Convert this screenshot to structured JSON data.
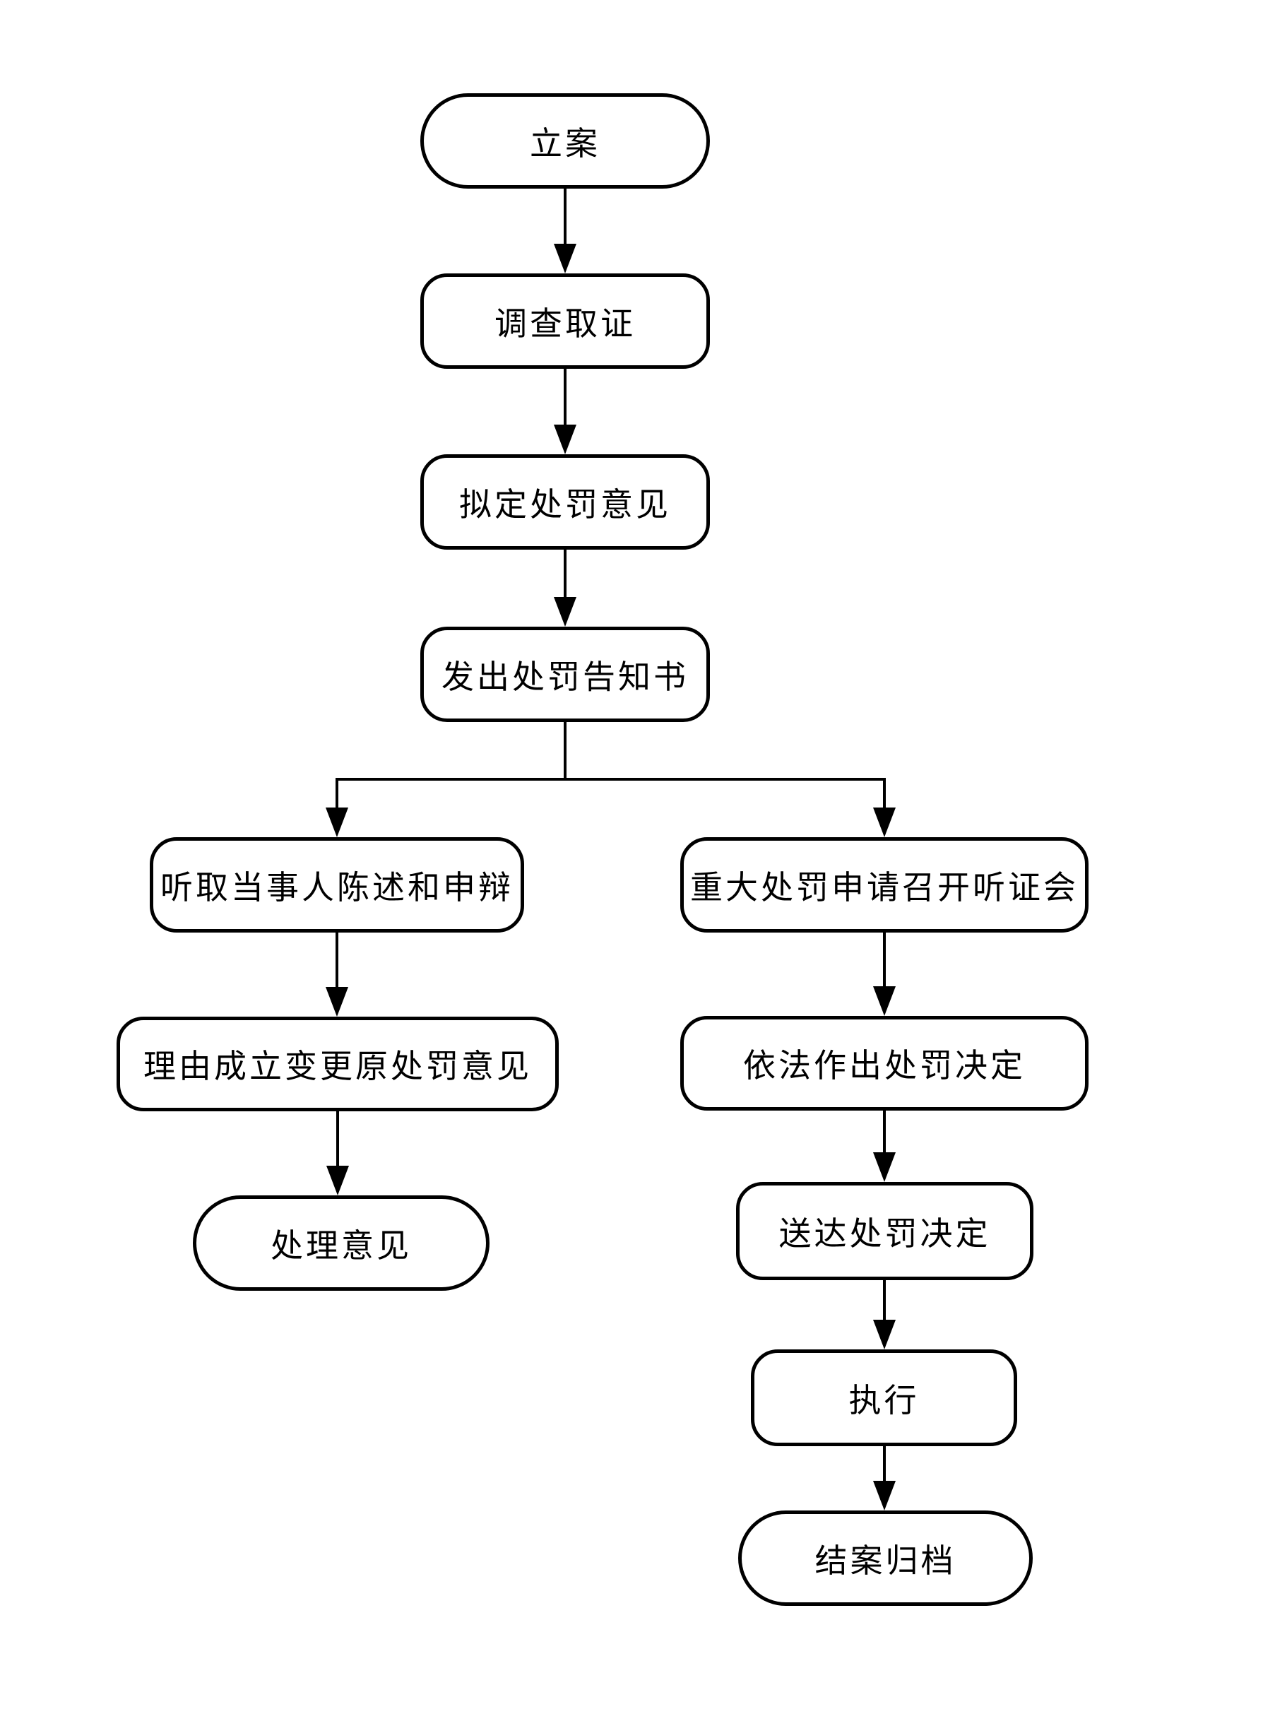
{
  "flowchart": {
    "description": "Administrative penalty procedure flowchart",
    "colors": {
      "line": "#000000",
      "node_fill": "#ffffff",
      "background": "#ffffff"
    },
    "nodes": [
      {
        "id": "start",
        "label": "立案",
        "shape": "terminator"
      },
      {
        "id": "investigate",
        "label": "调查取证",
        "shape": "process"
      },
      {
        "id": "draft-opinion",
        "label": "拟定处罚意见",
        "shape": "process"
      },
      {
        "id": "issue-notice",
        "label": "发出处罚告知书",
        "shape": "process"
      },
      {
        "id": "hear-statement",
        "label": "听取当事人陈述和申辩",
        "shape": "process"
      },
      {
        "id": "change-opinion",
        "label": "理由成立变更原处罚意见",
        "shape": "process"
      },
      {
        "id": "handling-opinion",
        "label": "处理意见",
        "shape": "terminator"
      },
      {
        "id": "hold-hearing",
        "label": "重大处罚申请召开听证会",
        "shape": "process"
      },
      {
        "id": "make-decision",
        "label": "依法作出处罚决定",
        "shape": "process"
      },
      {
        "id": "deliver-decision",
        "label": "送达处罚决定",
        "shape": "process"
      },
      {
        "id": "execute",
        "label": "执行",
        "shape": "process"
      },
      {
        "id": "close-archive",
        "label": "结案归档",
        "shape": "terminator"
      }
    ],
    "edges": [
      {
        "from": "start",
        "to": "investigate"
      },
      {
        "from": "investigate",
        "to": "draft-opinion"
      },
      {
        "from": "draft-opinion",
        "to": "issue-notice"
      },
      {
        "from": "issue-notice",
        "to": "hear-statement"
      },
      {
        "from": "issue-notice",
        "to": "hold-hearing"
      },
      {
        "from": "hear-statement",
        "to": "change-opinion"
      },
      {
        "from": "change-opinion",
        "to": "handling-opinion"
      },
      {
        "from": "hold-hearing",
        "to": "make-decision"
      },
      {
        "from": "make-decision",
        "to": "deliver-decision"
      },
      {
        "from": "deliver-decision",
        "to": "execute"
      },
      {
        "from": "execute",
        "to": "close-archive"
      }
    ]
  }
}
